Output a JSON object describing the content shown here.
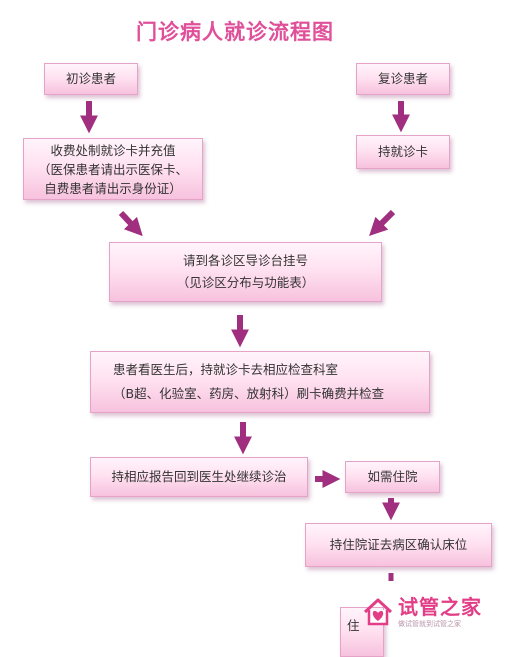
{
  "title": "门诊病人就诊流程图",
  "boxes": {
    "first_visit": "初诊患者",
    "return_visit": "复诊患者",
    "pay_card_line1": "收费处制就诊卡并充值",
    "pay_card_line2": "（医保患者请出示医保卡、",
    "pay_card_line3": "自费患者请出示身份证）",
    "hold_card": "持就诊卡",
    "register_line1": "请到各诊区导诊台挂号",
    "register_line2": "（见诊区分布与功能表）",
    "exam_line1": "患者看医生后，持就诊卡去相应检查科室",
    "exam_line2": "（B超、化验室、药房、放射科）刷卡确费并检查",
    "report": "持相应报告回到医生处继续诊治",
    "if_admit": "如需住院",
    "ward": "持住院证去病区确认床位",
    "partial": "住"
  },
  "logo": {
    "text": "试管之家",
    "subtext": "做试管就到试管之家"
  },
  "colors": {
    "title": "#e0509a",
    "arrow": "#a0307f",
    "box_border": "#e6a3c8",
    "box_fill_top": "#fff4fb",
    "box_fill_bottom": "#f7c2de",
    "logo": "#e23d86"
  }
}
